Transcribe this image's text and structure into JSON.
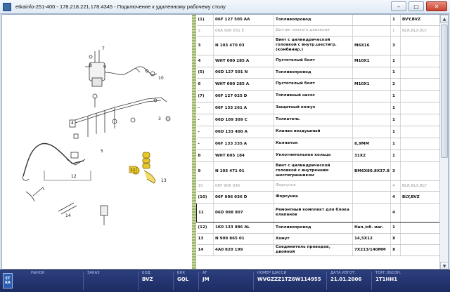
{
  "window": {
    "title": "etkainfo-251-400 - 178.218.221.178:4345 - Подключение к удаленному рабочему столу",
    "minimize": "–",
    "maximize": "□",
    "close": "✕"
  },
  "diagram": {
    "callouts": [
      "7",
      "8",
      "9",
      "10",
      "4",
      "5",
      "3",
      "12",
      "11",
      "13",
      "14"
    ],
    "highlight_color": "#e8c72a"
  },
  "parts_table": {
    "rows": [
      {
        "pos": "(1)",
        "part": "06F  127  505  AA",
        "name": "Топливопровод",
        "spec": "",
        "qty": "1",
        "model": "BVY,BVZ",
        "style": ""
      },
      {
        "pos": "2",
        "part": "06A  906  051  E",
        "name": "Датчик низкого давления",
        "spec": "",
        "qty": "1",
        "model": "BLR,BLX,BLY",
        "style": "dim"
      },
      {
        "pos": "3",
        "part": "N  103  470  03",
        "name": "Винт с цилиндрической головкой с внутр.шестигр. (комбинир.)",
        "spec": "M6X16",
        "qty": "3",
        "model": "",
        "style": ""
      },
      {
        "pos": "4",
        "part": "WHT  000  285  A",
        "name": "Пустотелый болт",
        "spec": "M10X1",
        "qty": "1",
        "model": "",
        "style": ""
      },
      {
        "pos": "(5)",
        "part": "06D  127  501  N",
        "name": "Топливопровод",
        "spec": "",
        "qty": "1",
        "model": "",
        "style": ""
      },
      {
        "pos": "6",
        "part": "WHT  000  285  A",
        "name": "Пустотелый болт",
        "spec": "M10X1",
        "qty": "2",
        "model": "",
        "style": ""
      },
      {
        "pos": "(7)",
        "part": "06F  127  025  D",
        "name": "Топливный насос",
        "spec": "",
        "qty": "1",
        "model": "",
        "style": ""
      },
      {
        "pos": "-",
        "part": "06F  133  261  A",
        "name": "Защитный кожух",
        "spec": "",
        "qty": "1",
        "model": "",
        "style": ""
      },
      {
        "pos": "-",
        "part": "06D  109  309  C",
        "name": "Толкатель",
        "spec": "",
        "qty": "1",
        "model": "",
        "style": ""
      },
      {
        "pos": "-",
        "part": "06D  133  400  A",
        "name": "Клапан воздушный",
        "spec": "",
        "qty": "1",
        "model": "",
        "style": ""
      },
      {
        "pos": "-",
        "part": "06F  133  335  A",
        "name": "Колпачок",
        "spec": "8,9MM",
        "qty": "1",
        "model": "",
        "style": ""
      },
      {
        "pos": "8",
        "part": "WHT  005  184",
        "name": "Уплотнительное кольцо",
        "spec": "31X2",
        "qty": "1",
        "model": "",
        "style": ""
      },
      {
        "pos": "9",
        "part": "N  105  471  01",
        "name": "Винт с цилиндрической головкой с внутренним шестигранником",
        "spec": "BM6X80.8X37.8",
        "qty": "3",
        "model": "",
        "style": ""
      },
      {
        "pos": "10",
        "part": "06F  906  036",
        "name": "Форсунка",
        "spec": "",
        "qty": "4",
        "model": "BLR,BLX,BLY",
        "style": "dim"
      },
      {
        "pos": "(10)",
        "part": "06F  906  036  D",
        "name": "Форсунка",
        "spec": "",
        "qty": "4",
        "model": "BLY,BVZ",
        "style": ""
      },
      {
        "pos": "11",
        "part": "06D  998  907",
        "name": "Ремонтный комплект для блока клапанов",
        "spec": "",
        "qty": "4",
        "model": "",
        "style": "sel"
      },
      {
        "pos": "(12)",
        "part": "1K0  133  986  AL",
        "name": "Топливопровод",
        "spec": "Нап./об. маг.",
        "qty": "1",
        "model": "",
        "style": ""
      },
      {
        "pos": "13",
        "part": "N  909  865  01",
        "name": "Хомут",
        "spec": "14,5X12",
        "qty": "X",
        "model": "",
        "style": ""
      },
      {
        "pos": "14",
        "part": "4A0  820  199",
        "name": "Соединитель проводов, двойной",
        "spec": "7X213/140MM",
        "qty": "X",
        "model": "",
        "style": ""
      }
    ]
  },
  "statusbar": {
    "logo_top": "ET",
    "logo_bottom": "KA",
    "fields": [
      {
        "label": "РЫНОК",
        "value": ""
      },
      {
        "label": "ЗАКАЗ",
        "value": ""
      },
      {
        "label": "БОД",
        "value": "BVZ"
      },
      {
        "label": "БКК",
        "value": "GQL"
      },
      {
        "label": "АГ",
        "value": "JM"
      },
      {
        "label": "НОМЕР ШАССИ",
        "value": "WVGZZZ1TZ6W114955"
      },
      {
        "label": "ДАТА ИЗГОТ.",
        "value": "21.01.2006"
      },
      {
        "label": "ТОРГ.ОБОЗН.",
        "value": "1T1HH1"
      }
    ]
  }
}
